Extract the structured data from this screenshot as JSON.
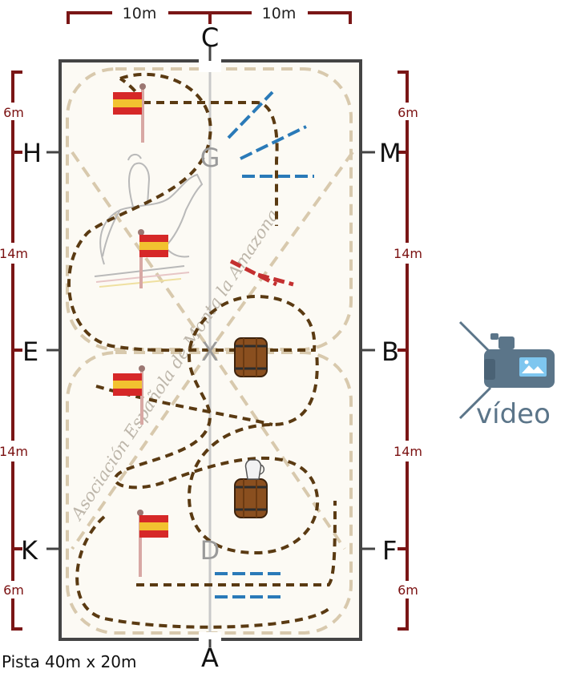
{
  "arena": {
    "caption": "Pista 40m x 20m",
    "letters": {
      "C": "C",
      "A": "A",
      "H": "H",
      "M": "M",
      "E": "E",
      "B": "B",
      "K": "K",
      "F": "F",
      "G": "G",
      "X": "X",
      "D": "D"
    },
    "top_dimensions": [
      "10m",
      "10m"
    ],
    "side_dimensions_left": [
      "6m",
      "14m",
      "14m",
      "6m"
    ],
    "side_dimensions_right": [
      "6m",
      "14m",
      "14m",
      "6m"
    ]
  },
  "watermark": "Asociación Española de Monta la Amazona",
  "video": {
    "label": "vídeo",
    "icon": "video-camera-icon"
  },
  "colors": {
    "dimension_lines": "#7a1616",
    "route": "#5a3a12",
    "guide_lines": "#d8c9ad",
    "arena_fill": "#fcfaf4",
    "arena_border": "#444444",
    "pole_blue": "#2a7ab8",
    "pole_red": "#c43030",
    "video_icon": "#5b7589"
  }
}
